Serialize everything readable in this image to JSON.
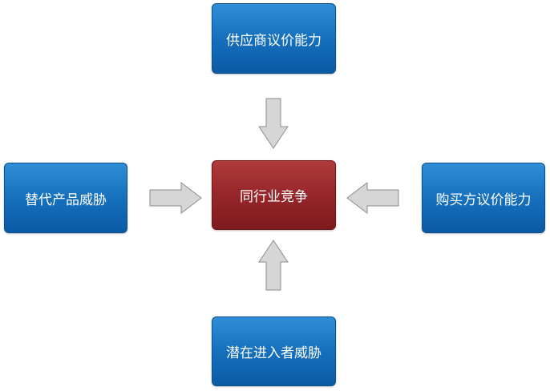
{
  "diagram": {
    "center": {
      "label": "同行业竞争"
    },
    "top": {
      "label": "供应商议价能力"
    },
    "left": {
      "label": "替代产品威胁"
    },
    "right": {
      "label": "购买方议价能力"
    },
    "bottom": {
      "label": "潜在进入者威胁"
    }
  },
  "colors": {
    "box_blue": "#1670bd",
    "box_red": "#96262a",
    "arrow_fill": "#d6d6d6",
    "arrow_stroke": "#8c8c8c"
  }
}
